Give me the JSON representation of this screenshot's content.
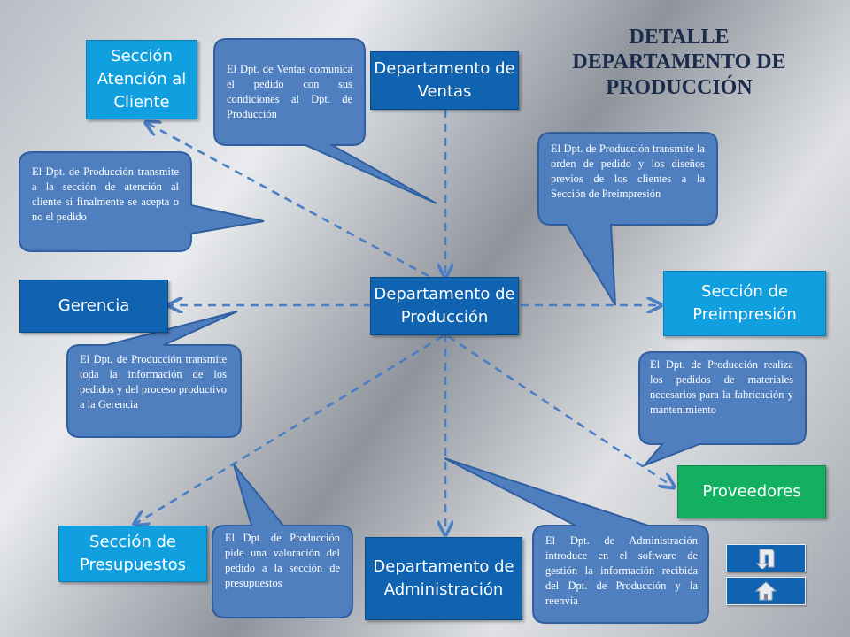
{
  "title": "DETALLE DEPARTAMENTO DE PRODUCCIÓN",
  "colors": {
    "dark_box": "#0f63b0",
    "light_box": "#10a0e0",
    "green_box": "#14b061",
    "bubble": "#4f7fbf",
    "line": "#4a7fc4"
  },
  "nodes": {
    "seccion_atencion": "Sección Atención al Cliente",
    "dpto_ventas": "Departamento de Ventas",
    "gerencia": "Gerencia",
    "dpto_produccion": "Departamento de Producción",
    "seccion_preimpresion": "Sección de Preimpresión",
    "proveedores": "Proveedores",
    "seccion_presupuestos": "Sección de Presupuestos",
    "dpto_administracion": "Departamento de Administración"
  },
  "callouts": {
    "ventas": "El Dpt. de Ventas comunica el pedido con sus condiciones al Dpt. de Producción",
    "atencion": "El Dpt. de Producción transmite a la sección de atención al cliente si finalmente se acepta o no el pedido",
    "preimpresion": "El Dpt. de Producción transmite la orden de pedido y los diseños previos de los clientes a la Sección de Preimpresión",
    "gerencia": "El Dpt. de Producción transmite toda la información de los pedidos y del proceso productivo a la Gerencia",
    "proveedores": "El Dpt. de Producción realiza los pedidos de materiales necesarios para la fabricación y mantenimiento",
    "presupuestos": "El Dpt. de Producción pide una valoración del pedido a la sección de presupuestos",
    "administracion": "El Dpt. de Administración introduce en el software de gestión la información recibida del Dpt. de Producción y la reenvía"
  },
  "nav": {
    "back_icon": "return-arrow-icon",
    "home_icon": "home-icon"
  }
}
